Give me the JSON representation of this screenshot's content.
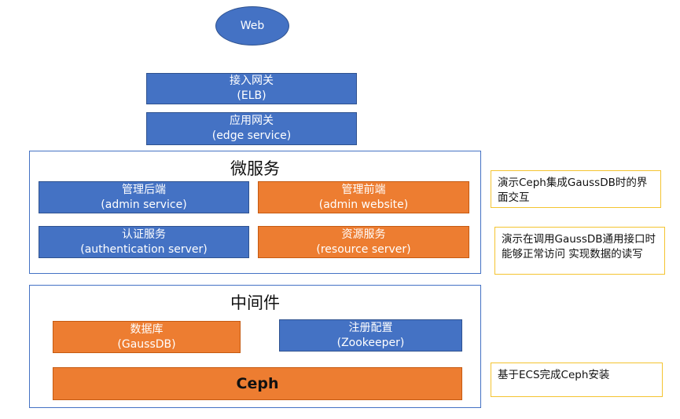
{
  "web": {
    "label": "Web"
  },
  "access_gateway": {
    "title": "接入网关",
    "subtitle": "(ELB)"
  },
  "app_gateway": {
    "title": "应用网关",
    "subtitle": "(edge service)"
  },
  "microservices": {
    "title": "微服务",
    "admin_backend": {
      "title": "管理后端",
      "subtitle": "(admin service)"
    },
    "admin_frontend": {
      "title": "管理前端",
      "subtitle": "(admin website)"
    },
    "auth_service": {
      "title": "认证服务",
      "subtitle": "(authentication server)"
    },
    "resource_service": {
      "title": "资源服务",
      "subtitle": "(resource server)"
    }
  },
  "middleware": {
    "title": "中间件",
    "database": {
      "title": "数据库",
      "subtitle": "(GaussDB)"
    },
    "registry": {
      "title": "注册配置",
      "subtitle": "(Zookeeper)"
    },
    "ceph": {
      "label": "Ceph"
    }
  },
  "notes": {
    "note1": "演示Ceph集成GaussDB时的界面交互",
    "note2": "演示在调用GaussDB通用接口时能够正常访问 实现数据的读写",
    "note3": "基于ECS完成Ceph安装"
  },
  "colors": {
    "blue": "#4472c4",
    "orange": "#ed7d31",
    "note_border": "#f4c430"
  }
}
